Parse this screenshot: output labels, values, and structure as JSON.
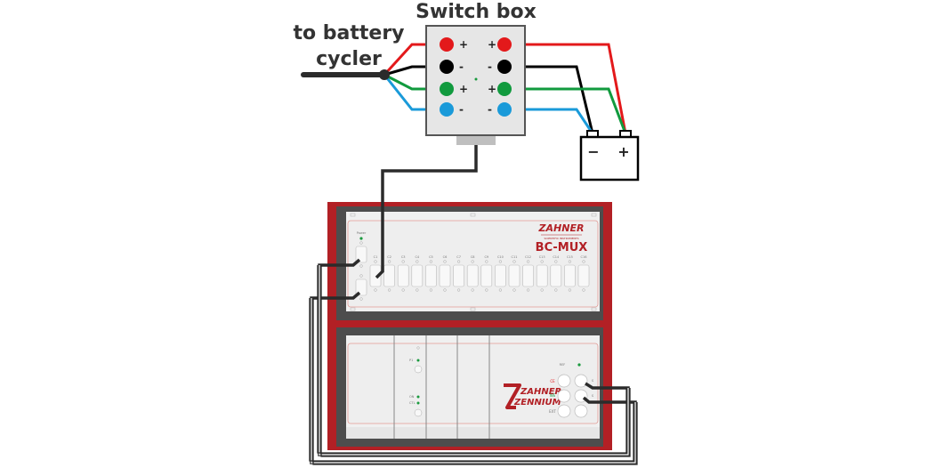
{
  "labels": {
    "switch_box": "Switch box",
    "to_battery_line1": "to battery",
    "to_battery_line2": "cycler"
  },
  "switch_box": {
    "left_terminals": [
      {
        "color": "#e3191b",
        "polarity": "+"
      },
      {
        "color": "#000000",
        "polarity": "-"
      },
      {
        "color": "#119a3e",
        "polarity": "+"
      },
      {
        "color": "#1a9ad9",
        "polarity": "-"
      }
    ],
    "right_terminals": [
      {
        "color": "#e3191b",
        "polarity": "+"
      },
      {
        "color": "#000000",
        "polarity": "-"
      },
      {
        "color": "#119a3e",
        "polarity": "+"
      },
      {
        "color": "#1a9ad9",
        "polarity": "-"
      }
    ]
  },
  "battery": {
    "neg_label": "−",
    "pos_label": "+"
  },
  "bc_mux": {
    "brand": "ZAHNER",
    "subtitle": "SCIENTIFIC INSTRUMENTS",
    "model": "BC-MUX",
    "power_label": "Power",
    "channels": [
      "C1",
      "C2",
      "C3",
      "C4",
      "C5",
      "C6",
      "C7",
      "C8",
      "C9",
      "C10",
      "C11",
      "C12",
      "C13",
      "C14",
      "C15",
      "C16"
    ]
  },
  "zennium": {
    "brand_line1": "ZAHNER",
    "brand_line2": "ZENNIUM",
    "labels": {
      "ref": "REF",
      "ce": "CE",
      "we": "WE",
      "sense": "S",
      "ext": "EXT",
      "p1": "P1",
      "on": "ON",
      "ctl": "CTL"
    }
  },
  "colors": {
    "rack_red": "#b22025",
    "rack_dark": "#4d4d4d",
    "panel": "#eeeeee",
    "cable": "#2b2b2b",
    "led_green": "#1a9a3e"
  }
}
